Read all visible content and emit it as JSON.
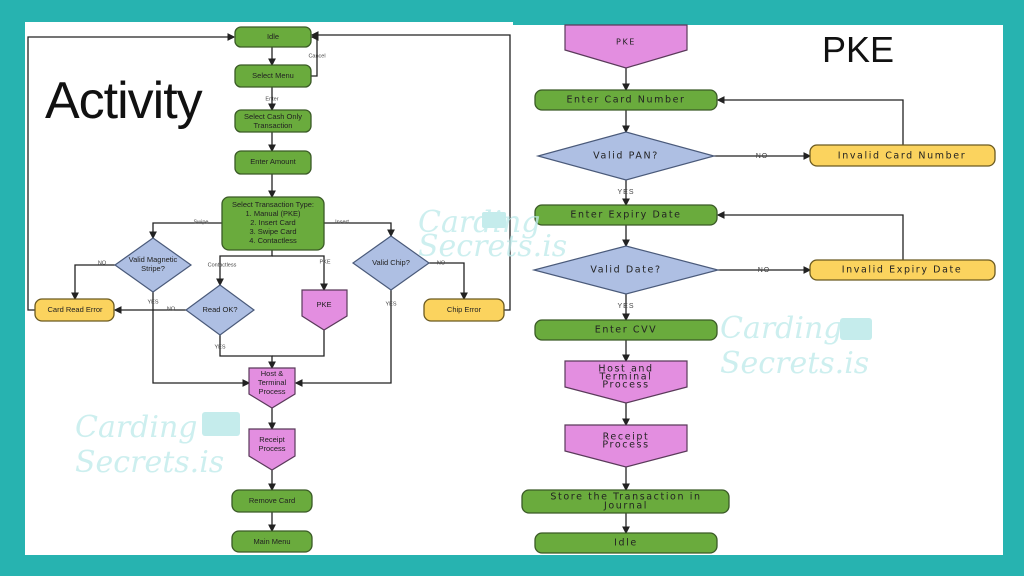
{
  "background_color": "#27b3b0",
  "colors": {
    "process": "#6aab3d",
    "error": "#fbd35e",
    "decision": "#aebfe3",
    "subprocess": "#e38ee0"
  },
  "watermark": {
    "line1": "Carding",
    "line2": "Secrets.is",
    "icon": "credit-card-icon"
  },
  "activity": {
    "title": "Activity",
    "nodes": {
      "idle": "Idle",
      "select_menu": "Select Menu",
      "select_cash_1": "Select Cash Only",
      "select_cash_2": "Transaction",
      "enter_amount": "Enter Amount",
      "tx_type": [
        "Select Transaction Type:",
        "1. Manual (PKE)",
        "2. Insert Card",
        "3. Swipe Card",
        "4. Contactless"
      ],
      "valid_mag_1": "Valid Magnetic",
      "valid_mag_2": "Stripe?",
      "read_ok": "Read OK?",
      "pke": "PKE",
      "valid_chip": "Valid Chip?",
      "card_read_error": "Card Read Error",
      "chip_error": "Chip Error",
      "host": [
        "Host &",
        "Terminal",
        "Process"
      ],
      "receipt": [
        "Receipt",
        "Process"
      ],
      "remove_card": "Remove Card",
      "main_menu": "Main Menu"
    },
    "edge_labels": {
      "cancel": "Cancel",
      "enter": "Enter",
      "swipe": "Swipe",
      "insert": "Insert",
      "contactless": "Contactless",
      "pke": "PKE",
      "no": "NO",
      "yes": "YES"
    }
  },
  "pke": {
    "title": "PKE",
    "nodes": {
      "pke": "PKE",
      "enter_card_number": "Enter Card Number",
      "valid_pan": "Valid PAN?",
      "invalid_card_number": "Invalid Card Number",
      "enter_expiry": "Enter Expiry Date",
      "valid_date": "Valid Date?",
      "invalid_expiry": "Invalid Expiry Date",
      "enter_cvv": "Enter CVV",
      "host": [
        "Host and",
        "Terminal",
        "Process"
      ],
      "receipt": [
        "Receipt",
        "Process"
      ],
      "store": [
        "Store the Transaction in",
        "Journal"
      ],
      "idle": "Idle"
    },
    "edge_labels": {
      "no": "NO",
      "yes": "YES"
    }
  }
}
